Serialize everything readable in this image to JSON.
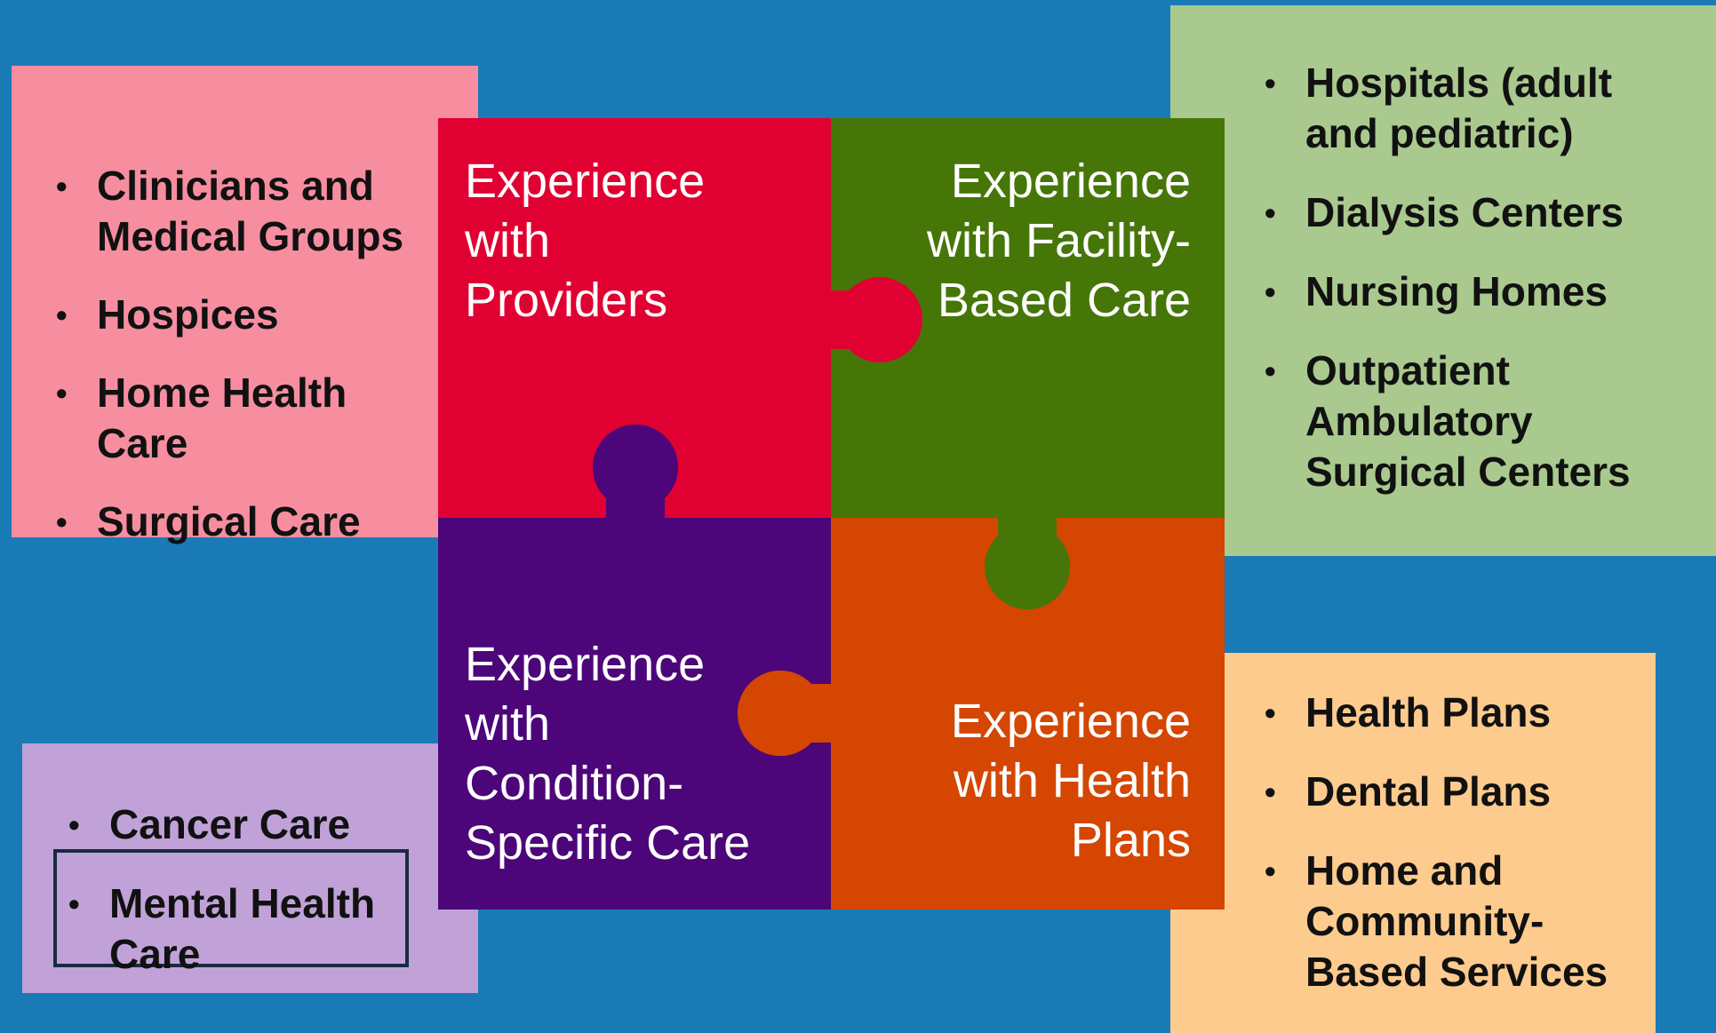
{
  "diagram": {
    "background_color": "#1a7ab6",
    "pieces": {
      "providers": {
        "label": "Experience\nwith\nProviders",
        "color": "#e00032"
      },
      "facility": {
        "label": "Experience\nwith Facility-\nBased Care",
        "color": "#467608"
      },
      "condition": {
        "label": "Experience\nwith\nCondition-\nSpecific Care",
        "color": "#4c0679"
      },
      "health_plans": {
        "label": "Experience\nwith Health\nPlans",
        "color": "#d44601"
      }
    },
    "lists": {
      "providers": {
        "color": "#f68ea0",
        "items": [
          "Clinicians and\nMedical Groups",
          "Hospices",
          "Home Health\nCare",
          "Surgical Care"
        ]
      },
      "facility": {
        "color": "#a9c98e",
        "items": [
          "Hospitals (adult\nand pediatric)",
          "Dialysis Centers",
          "Nursing Homes",
          "Outpatient\nAmbulatory\nSurgical Centers"
        ]
      },
      "condition": {
        "color": "#c0a2d8",
        "items": [
          "Cancer Care",
          "Mental Health\nCare"
        ]
      },
      "health_plans": {
        "color": "#fdcb8e",
        "items": [
          "Health Plans",
          "Dental Plans",
          "Home and\nCommunity-\nBased Services"
        ]
      }
    }
  }
}
